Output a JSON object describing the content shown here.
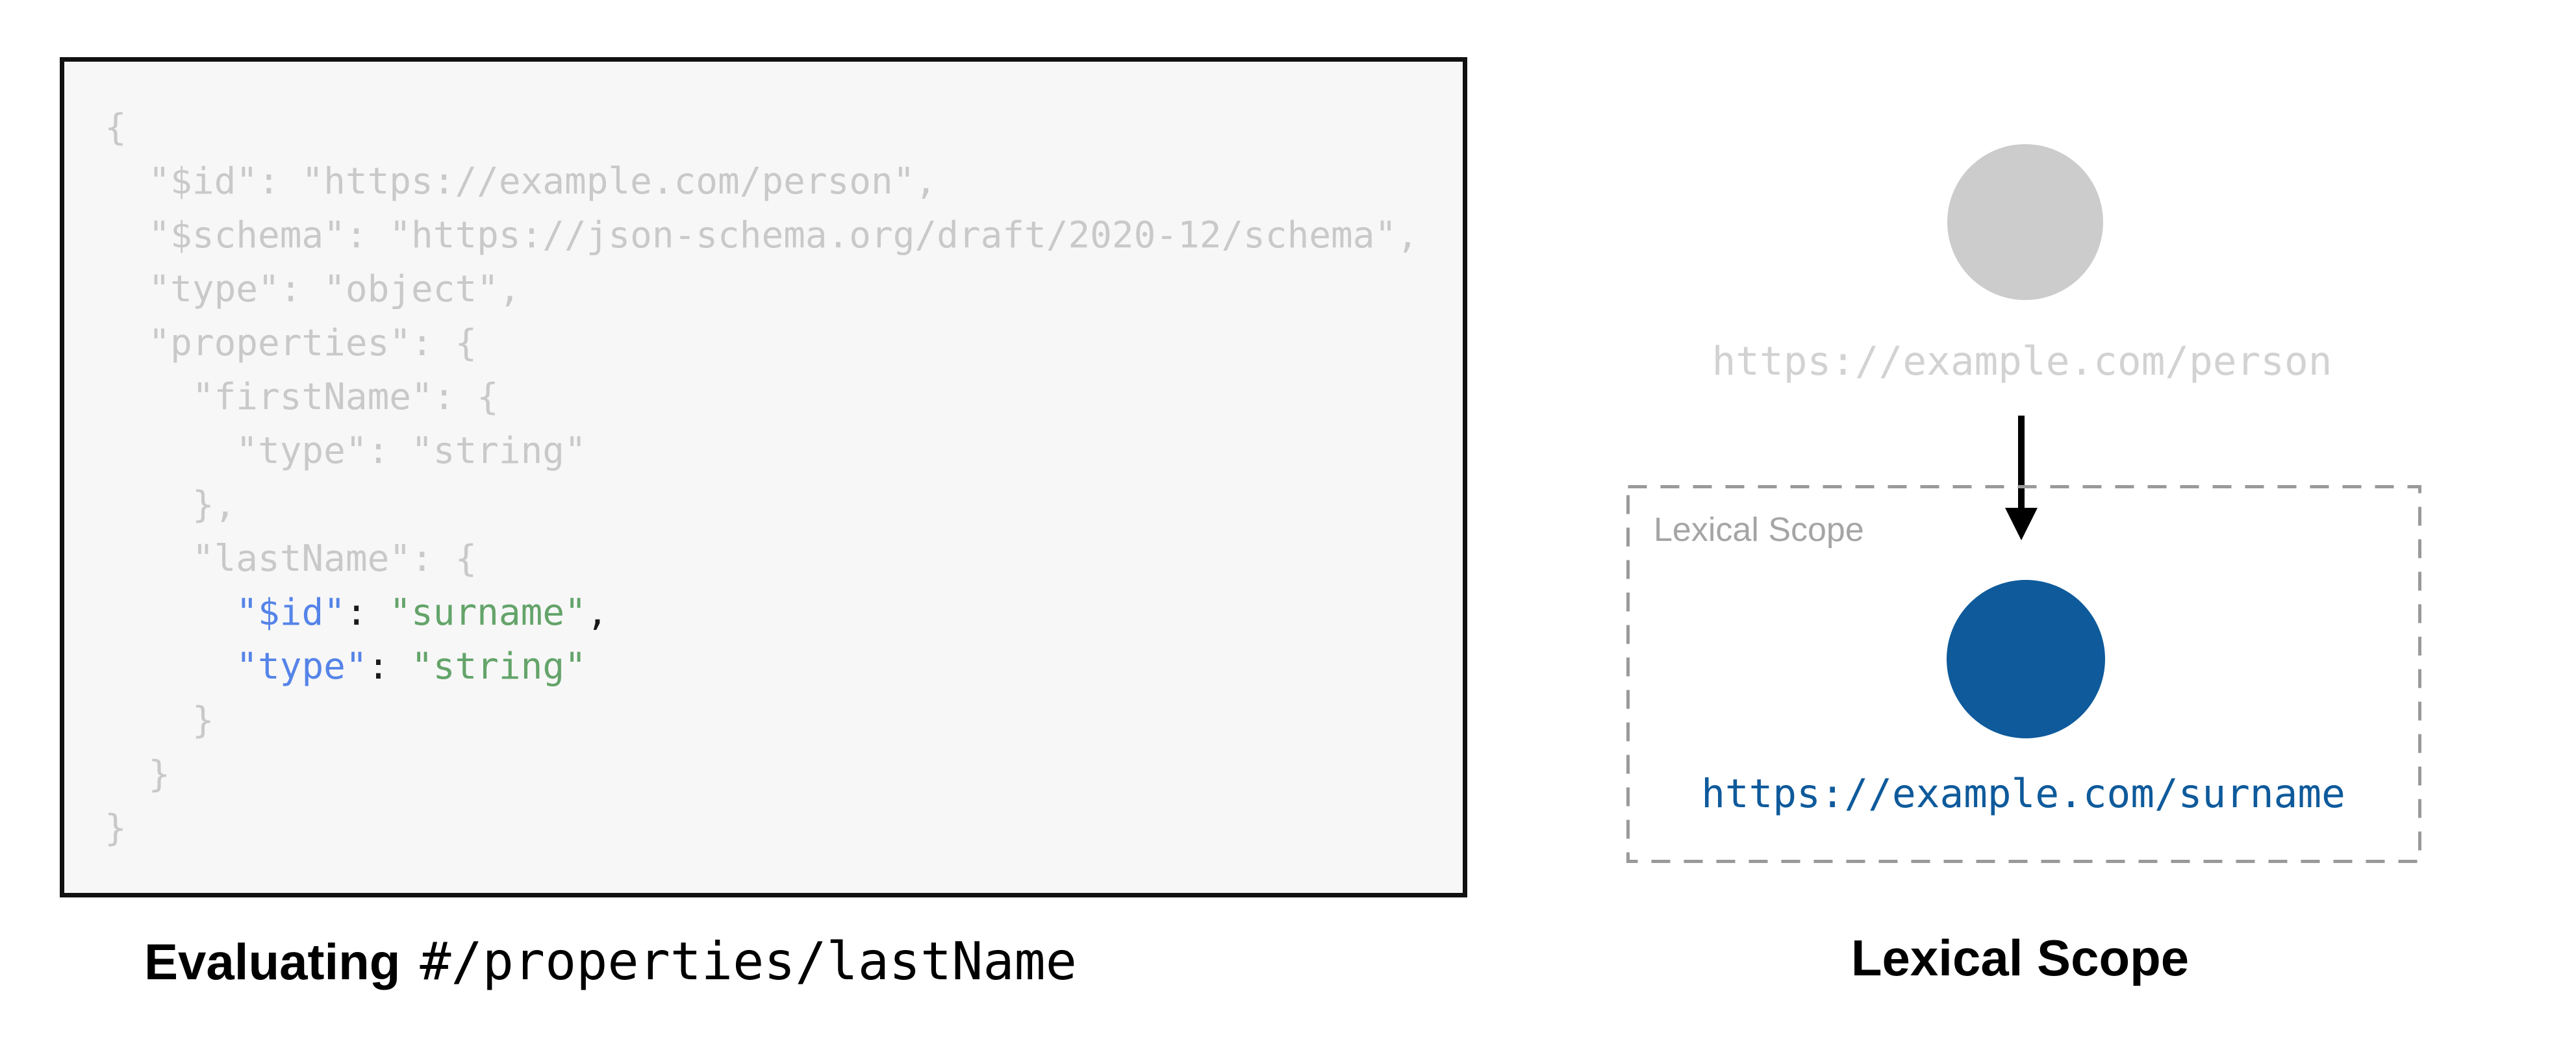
{
  "left_panel": {
    "code": {
      "lines_top": [
        "{",
        "  \"$id\": \"https://example.com/person\",",
        "  \"$schema\": \"https://json-schema.org/draft/2020-12/schema\",",
        "  \"type\": \"object\",",
        "  \"properties\": {",
        "    \"firstName\": {",
        "      \"type\": \"string\"",
        "    },",
        "    \"lastName\": {"
      ],
      "highlighted": {
        "id_line": {
          "indent": "      ",
          "key": "\"$id\"",
          "colon": ": ",
          "value": "\"surname\"",
          "comma": ","
        },
        "type_line": {
          "indent": "      ",
          "key": "\"type\"",
          "colon": ": ",
          "value": "\"string\"",
          "comma": ""
        }
      },
      "lines_bottom": [
        "    }",
        "  }",
        "}"
      ]
    },
    "caption": {
      "bold_word": "Evaluating",
      "pointer_path": "#/properties/lastName"
    }
  },
  "right_panel": {
    "parent_node_uri": "https://example.com/person",
    "scope_box_label": "Lexical Scope",
    "child_node_uri": "https://example.com/surname",
    "caption": "Lexical Scope"
  },
  "colors": {
    "dim_code_gray": "#c9c9c9",
    "key_blue": "#5584e8",
    "string_green": "#64a46a",
    "punctuation_black": "#1a1a1a",
    "node_gray": "#cccccc",
    "node_blue": "#0e5a9b",
    "parent_uri_gray": "#d2d2d2",
    "dashed_border_gray": "#9a9a9a",
    "code_background": "#f7f7f7",
    "code_border_black": "#111111"
  }
}
